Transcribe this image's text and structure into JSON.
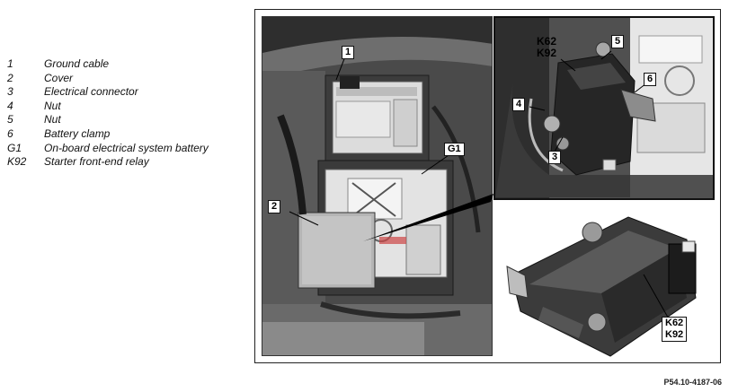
{
  "legend": [
    {
      "num": "1",
      "desc": "Ground cable"
    },
    {
      "num": "2",
      "desc": "Cover"
    },
    {
      "num": "3",
      "desc": "Electrical connector"
    },
    {
      "num": "4",
      "desc": "Nut"
    },
    {
      "num": "5",
      "desc": "Nut"
    },
    {
      "num": "6",
      "desc": "Battery clamp"
    },
    {
      "num": "G1",
      "desc": "On-board electrical system battery"
    },
    {
      "num": "K92",
      "desc": "Starter front-end relay"
    }
  ],
  "callouts": {
    "main_1": "1",
    "main_2": "2",
    "main_g1": "G1",
    "detail_k62": "K62",
    "detail_k92": "K92",
    "detail_5": "5",
    "detail_6": "6",
    "detail_4": "4",
    "detail_3": "3",
    "relay_k62": "K62",
    "relay_k92": "K92"
  },
  "figure_code": "P54.10-4187-06",
  "colors": {
    "photo_dark": "#3a3a3a",
    "photo_mid": "#7a7a7a",
    "photo_light": "#c8c8c8",
    "label_bg": "#ffffff"
  }
}
